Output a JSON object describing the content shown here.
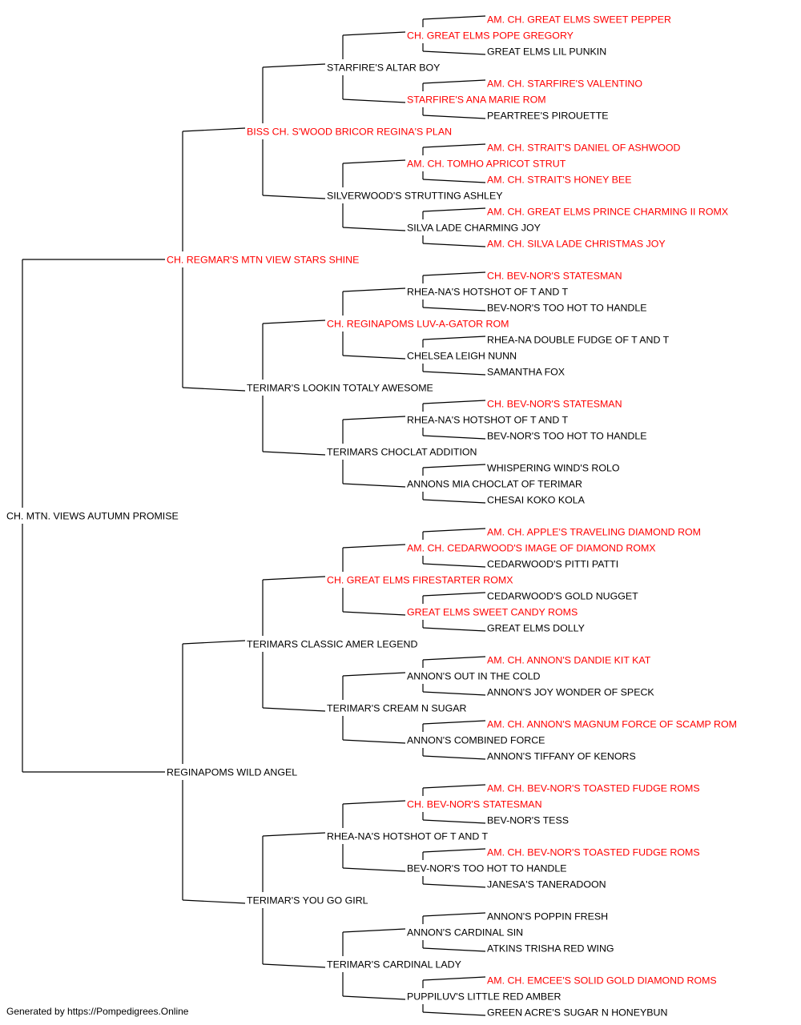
{
  "colors": {
    "champion": "#ff0000",
    "normal": "#000000",
    "line": "#000000"
  },
  "pedigree": {
    "name": "CH. MTN. VIEWS AUTUMN PROMISE",
    "sire": {
      "name": "CH. REGMAR'S MTN VIEW STARS SHINE",
      "champion": true,
      "sire": {
        "name": "BISS CH. S'WOOD BRICOR REGINA'S PLAN",
        "champion": true,
        "sire": {
          "name": "STARFIRE'S ALTAR BOY",
          "sire": {
            "name": "CH. GREAT ELMS POPE GREGORY",
            "champion": true,
            "sire": {
              "name": "AM. CH. GREAT ELMS SWEET PEPPER",
              "champion": true
            },
            "dam": {
              "name": "GREAT ELMS LIL PUNKIN"
            }
          },
          "dam": {
            "name": "STARFIRE'S ANA MARIE ROM",
            "champion": true,
            "sire": {
              "name": "AM. CH. STARFIRE'S VALENTINO",
              "champion": true
            },
            "dam": {
              "name": "PEARTREE'S PIROUETTE"
            }
          }
        },
        "dam": {
          "name": "SILVERWOOD'S STRUTTING ASHLEY",
          "sire": {
            "name": "AM. CH. TOMHO APRICOT STRUT",
            "champion": true,
            "sire": {
              "name": "AM. CH. STRAIT'S DANIEL OF ASHWOOD",
              "champion": true
            },
            "dam": {
              "name": "AM. CH. STRAIT'S HONEY BEE",
              "champion": true
            }
          },
          "dam": {
            "name": "SILVA LADE CHARMING JOY",
            "sire": {
              "name": "AM. CH. GREAT ELMS PRINCE CHARMING II ROMX",
              "champion": true
            },
            "dam": {
              "name": "AM. CH. SILVA LADE CHRISTMAS JOY",
              "champion": true
            }
          }
        }
      },
      "dam": {
        "name": "TERIMAR'S LOOKIN TOTALY AWESOME",
        "sire": {
          "name": "CH. REGINAPOMS LUV-A-GATOR ROM",
          "champion": true,
          "sire": {
            "name": "RHEA-NA'S HOTSHOT OF T AND T",
            "sire": {
              "name": "CH. BEV-NOR'S STATESMAN",
              "champion": true
            },
            "dam": {
              "name": "BEV-NOR'S TOO HOT TO HANDLE"
            }
          },
          "dam": {
            "name": "CHELSEA LEIGH NUNN",
            "sire": {
              "name": "RHEA-NA DOUBLE FUDGE OF T AND T"
            },
            "dam": {
              "name": "SAMANTHA FOX"
            }
          }
        },
        "dam": {
          "name": "TERIMARS CHOCLAT ADDITION",
          "sire": {
            "name": "RHEA-NA'S HOTSHOT OF T AND T",
            "sire": {
              "name": "CH. BEV-NOR'S STATESMAN",
              "champion": true
            },
            "dam": {
              "name": "BEV-NOR'S TOO HOT TO HANDLE"
            }
          },
          "dam": {
            "name": "ANNONS MIA CHOCLAT OF TERIMAR",
            "sire": {
              "name": "WHISPERING WIND'S ROLO"
            },
            "dam": {
              "name": "CHESAI KOKO KOLA"
            }
          }
        }
      }
    },
    "dam": {
      "name": "REGINAPOMS WILD ANGEL",
      "sire": {
        "name": "TERIMARS CLASSIC AMER LEGEND",
        "sire": {
          "name": "CH. GREAT ELMS FIRESTARTER ROMX",
          "champion": true,
          "sire": {
            "name": "AM. CH. CEDARWOOD'S IMAGE OF DIAMOND ROMX",
            "champion": true,
            "sire": {
              "name": "AM. CH. APPLE'S TRAVELING DIAMOND ROM",
              "champion": true
            },
            "dam": {
              "name": "CEDARWOOD'S PITTI PATTI"
            }
          },
          "dam": {
            "name": "GREAT ELMS SWEET CANDY ROMS",
            "champion": true,
            "sire": {
              "name": "CEDARWOOD'S GOLD NUGGET"
            },
            "dam": {
              "name": "GREAT ELMS DOLLY"
            }
          }
        },
        "dam": {
          "name": "TERIMAR'S CREAM N SUGAR",
          "sire": {
            "name": "ANNON'S OUT IN THE COLD",
            "sire": {
              "name": "AM. CH. ANNON'S DANDIE KIT KAT",
              "champion": true
            },
            "dam": {
              "name": "ANNON'S JOY WONDER OF SPECK"
            }
          },
          "dam": {
            "name": "ANNON'S COMBINED FORCE",
            "sire": {
              "name": "AM. CH. ANNON'S MAGNUM FORCE OF SCAMP ROM",
              "champion": true
            },
            "dam": {
              "name": "ANNON'S TIFFANY OF KENORS"
            }
          }
        }
      },
      "dam": {
        "name": "TERIMAR'S YOU GO GIRL",
        "sire": {
          "name": "RHEA-NA'S HOTSHOT OF T AND T",
          "sire": {
            "name": "CH. BEV-NOR'S STATESMAN",
            "champion": true,
            "sire": {
              "name": "AM. CH. BEV-NOR'S TOASTED FUDGE ROMS",
              "champion": true
            },
            "dam": {
              "name": "BEV-NOR'S TESS"
            }
          },
          "dam": {
            "name": "BEV-NOR'S TOO HOT TO HANDLE",
            "sire": {
              "name": "AM. CH. BEV-NOR'S TOASTED FUDGE ROMS",
              "champion": true
            },
            "dam": {
              "name": "JANESA'S TANERADOON"
            }
          }
        },
        "dam": {
          "name": "TERIMAR'S CARDINAL LADY",
          "sire": {
            "name": "ANNON'S CARDINAL SIN",
            "sire": {
              "name": "ANNON'S POPPIN FRESH"
            },
            "dam": {
              "name": "ATKINS TRISHA RED WING"
            }
          },
          "dam": {
            "name": "PUPPILUV'S LITTLE RED AMBER",
            "sire": {
              "name": "AM. CH. EMCEE'S SOLID GOLD DIAMOND ROMS",
              "champion": true
            },
            "dam": {
              "name": "GREEN ACRE'S SUGAR N HONEYBUN"
            }
          }
        }
      }
    }
  },
  "footer": "Generated by https://Pompedigrees.Online"
}
